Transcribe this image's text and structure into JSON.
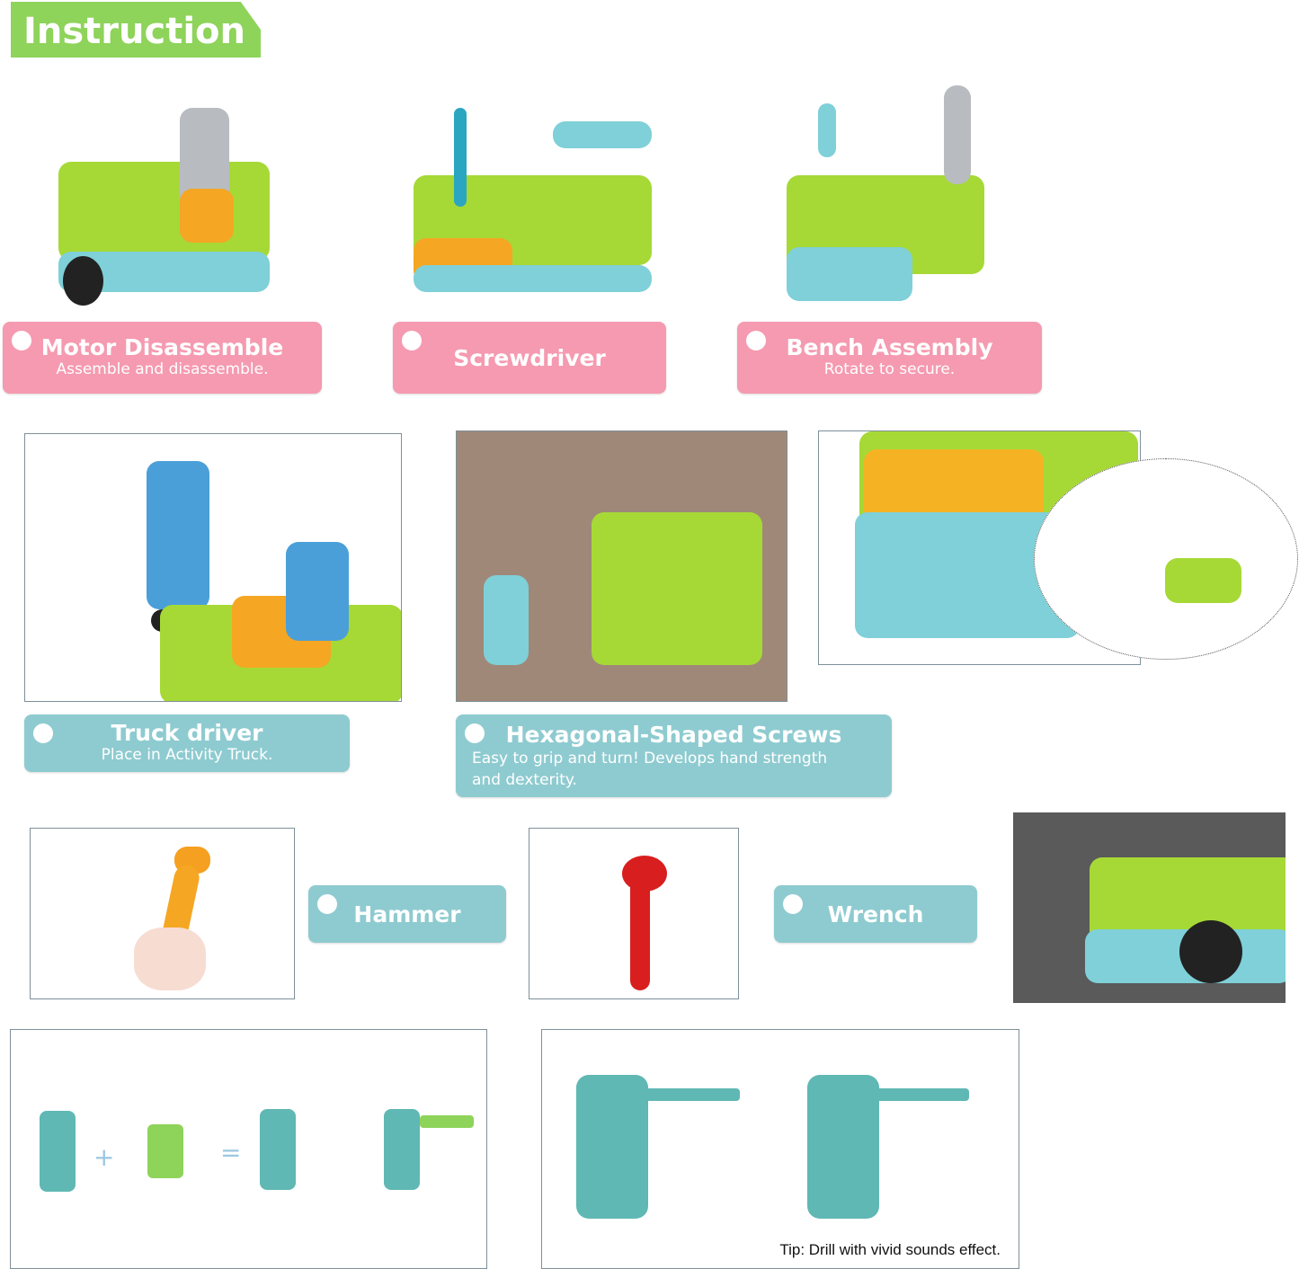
{
  "header": {
    "title": "Instruction"
  },
  "features": [
    {
      "title": "Motor Disassemble",
      "subtitle": "Assemble and disassemble."
    },
    {
      "title": "Screwdriver",
      "subtitle": ""
    },
    {
      "title": "Bench Assembly",
      "subtitle": "Rotate to secure."
    },
    {
      "title": "Truck driver",
      "subtitle": "Place in Activity Truck."
    },
    {
      "title": "Hexagonal-Shaped Screws",
      "subtitle": "Easy to grip and turn! Develops hand strength and dexterity."
    },
    {
      "title": "Hammer",
      "subtitle": ""
    },
    {
      "title": "Wrench",
      "subtitle": ""
    }
  ],
  "tip": "Tip: Drill with vivid sounds effect.",
  "colors": {
    "banner": "#8ed35a",
    "pink_label": "#f59ab0",
    "teal_label": "#8ecbd0",
    "truck_green": "#a6d936",
    "truck_blue": "#7fd0d8",
    "accent_orange": "#f5a623",
    "arrow_red": "#e02020"
  }
}
